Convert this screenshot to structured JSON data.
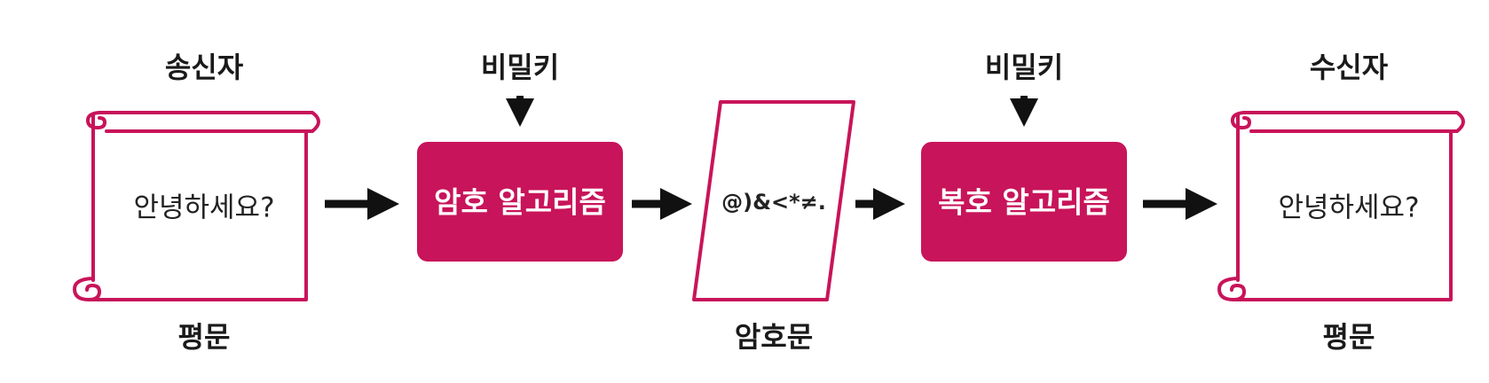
{
  "colors": {
    "accent": "#c8145a",
    "text": "#1a1a1a",
    "arrow": "#111111",
    "background": "#ffffff"
  },
  "sender": {
    "title": "송신자",
    "message": "안녕하세요?",
    "caption": "평문"
  },
  "encrypt": {
    "key_label": "비밀키",
    "box_label": "암호 알고리즘"
  },
  "ciphertext": {
    "text": "@)&<*≠.",
    "caption": "암호문"
  },
  "decrypt": {
    "key_label": "비밀키",
    "box_label": "복호 알고리즘"
  },
  "receiver": {
    "title": "수신자",
    "message": "안녕하세요?",
    "caption": "평문"
  }
}
